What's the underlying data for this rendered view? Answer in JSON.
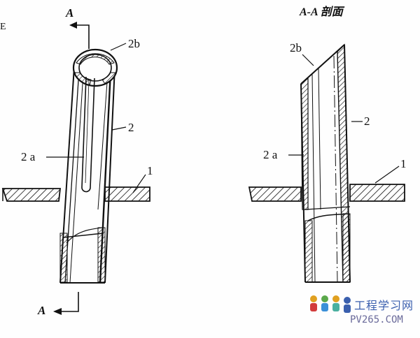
{
  "labels": {
    "section_arrow_top": "A",
    "section_arrow_bottom": "A",
    "section_title": "A-A 剖面",
    "left_2b": "2b",
    "left_2": "2",
    "left_2a": "2 a",
    "left_1": "1",
    "right_2b": "2b",
    "right_2": "2",
    "right_2a": "2 a",
    "right_1": "1",
    "edge_mark": "E"
  },
  "watermark": {
    "brand": "工程学习网",
    "url": "PV265.COM"
  },
  "colors": {
    "ink": "#111111",
    "paper": "#fefefe",
    "watermark_blue": "#3a5fae"
  }
}
